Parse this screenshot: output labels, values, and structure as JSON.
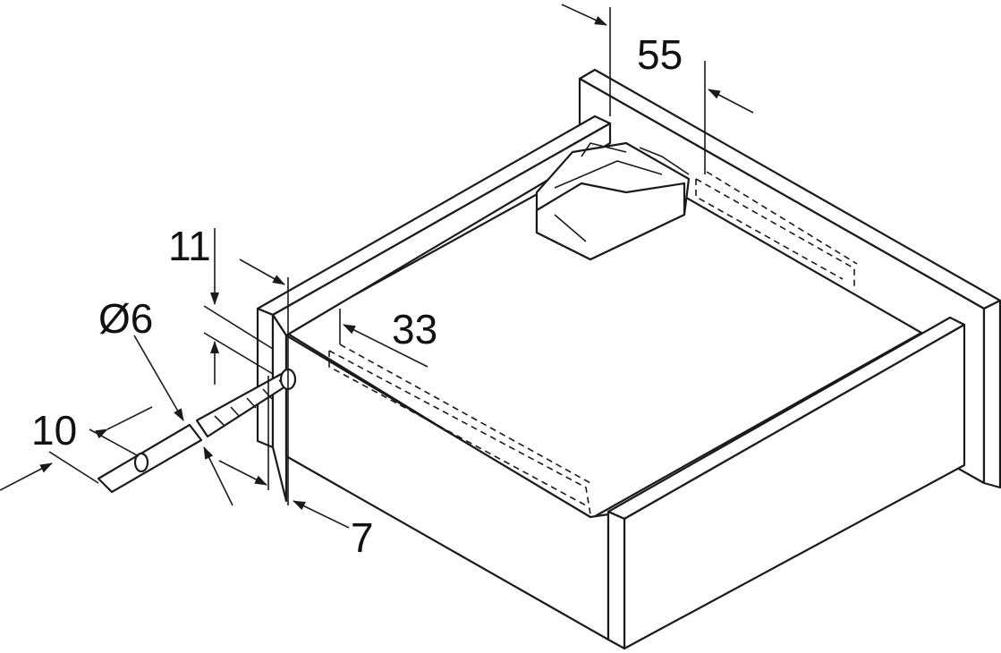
{
  "title": "Drawer with soft-close unit - installation dimensions",
  "dimensions": {
    "d55": "55",
    "d11": "11",
    "d6": "Ø6",
    "d33": "33",
    "d10": "10",
    "d7": "7"
  },
  "colors": {
    "line": "#1a1a1a",
    "fill": "#ffffff"
  }
}
